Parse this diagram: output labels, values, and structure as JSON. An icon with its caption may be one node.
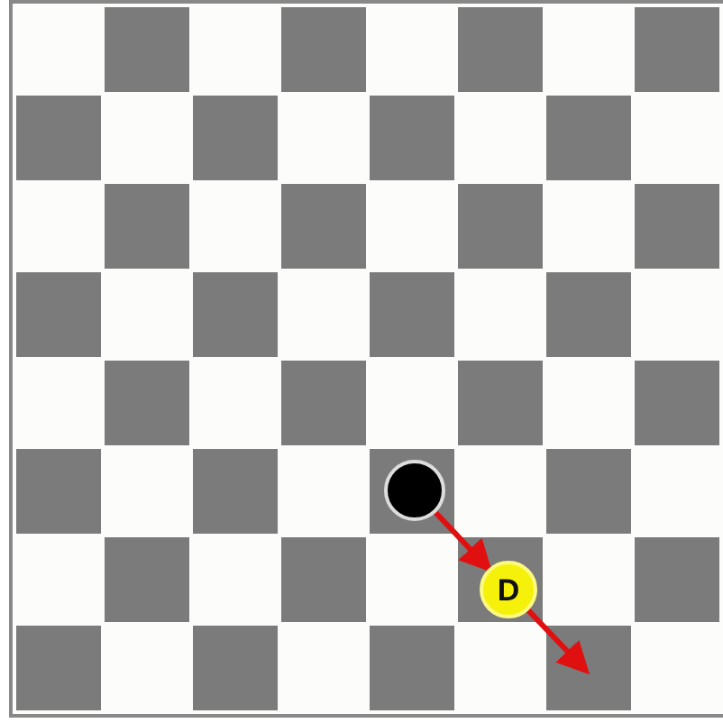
{
  "diagram": {
    "nodes": [
      {
        "text": [],
        "shape": "circle"
      },
      {
        "text": [
          "D"
        ]
      }
    ],
    "edges": [
      {
        "from": 0,
        "to": 1,
        "arrow": "to"
      },
      {
        "from": 1,
        "to": null,
        "arrow": "to"
      }
    ]
  }
}
